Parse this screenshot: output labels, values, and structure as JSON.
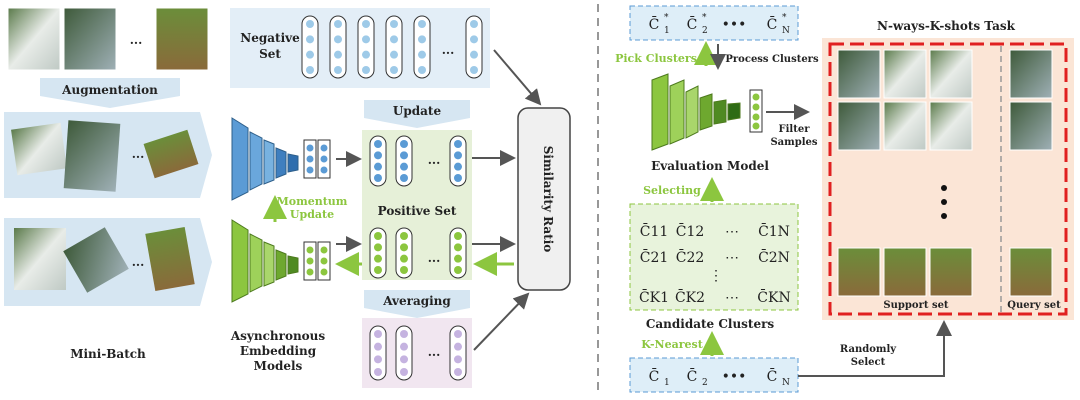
{
  "left": {
    "ellipsis": "...",
    "dots": "•••",
    "augmentation": "Augmentation",
    "negative_set": [
      "Negative",
      "Set"
    ],
    "update": "Update",
    "positive_set": "Positive Set",
    "averaging": "Averaging",
    "momentum": [
      "Momentum",
      "Update"
    ],
    "similarity_ratio": "Similarity Ratio",
    "mini_batch": "Mini-Batch",
    "async_models": [
      "Asynchronous",
      "Embedding",
      "Models"
    ]
  },
  "right": {
    "top_clusters": [
      "C̄",
      "C̄",
      "•••",
      "C̄"
    ],
    "top_subs": [
      "1",
      "2",
      "N"
    ],
    "star": "*",
    "pick_clusters": "Pick Clusters",
    "process_clusters": "Process Clusters",
    "filter_samples": [
      "Filter",
      "Samples"
    ],
    "evaluation_model": "Evaluation Model",
    "selecting": "Selecting",
    "candidate_rows": [
      [
        "C̄11",
        "C̄12",
        "⋯",
        "C̄1N"
      ],
      [
        "C̄21",
        "C̄22",
        "⋯",
        "C̄2N"
      ],
      [
        "C̄K1",
        "C̄K2",
        "⋯",
        "C̄KN"
      ]
    ],
    "candidate_clusters": "Candidate Clusters",
    "k_nearest": "K-Nearest",
    "bottom_clusters": [
      "C̄",
      "C̄",
      "•••",
      "C̄"
    ],
    "bottom_subs": [
      "1",
      "2",
      "N"
    ],
    "randomly_select": [
      "Randomly",
      "Select"
    ],
    "task_title": "N-ways-K-shots Task",
    "support_set": "Support set",
    "query_set": "Query set"
  },
  "colors": {
    "blue": "#5b9bd5",
    "green": "#8cc63f",
    "purple": "#b4a7d6",
    "red_dashed": "#e02020",
    "peach": "#fbe5d6"
  }
}
